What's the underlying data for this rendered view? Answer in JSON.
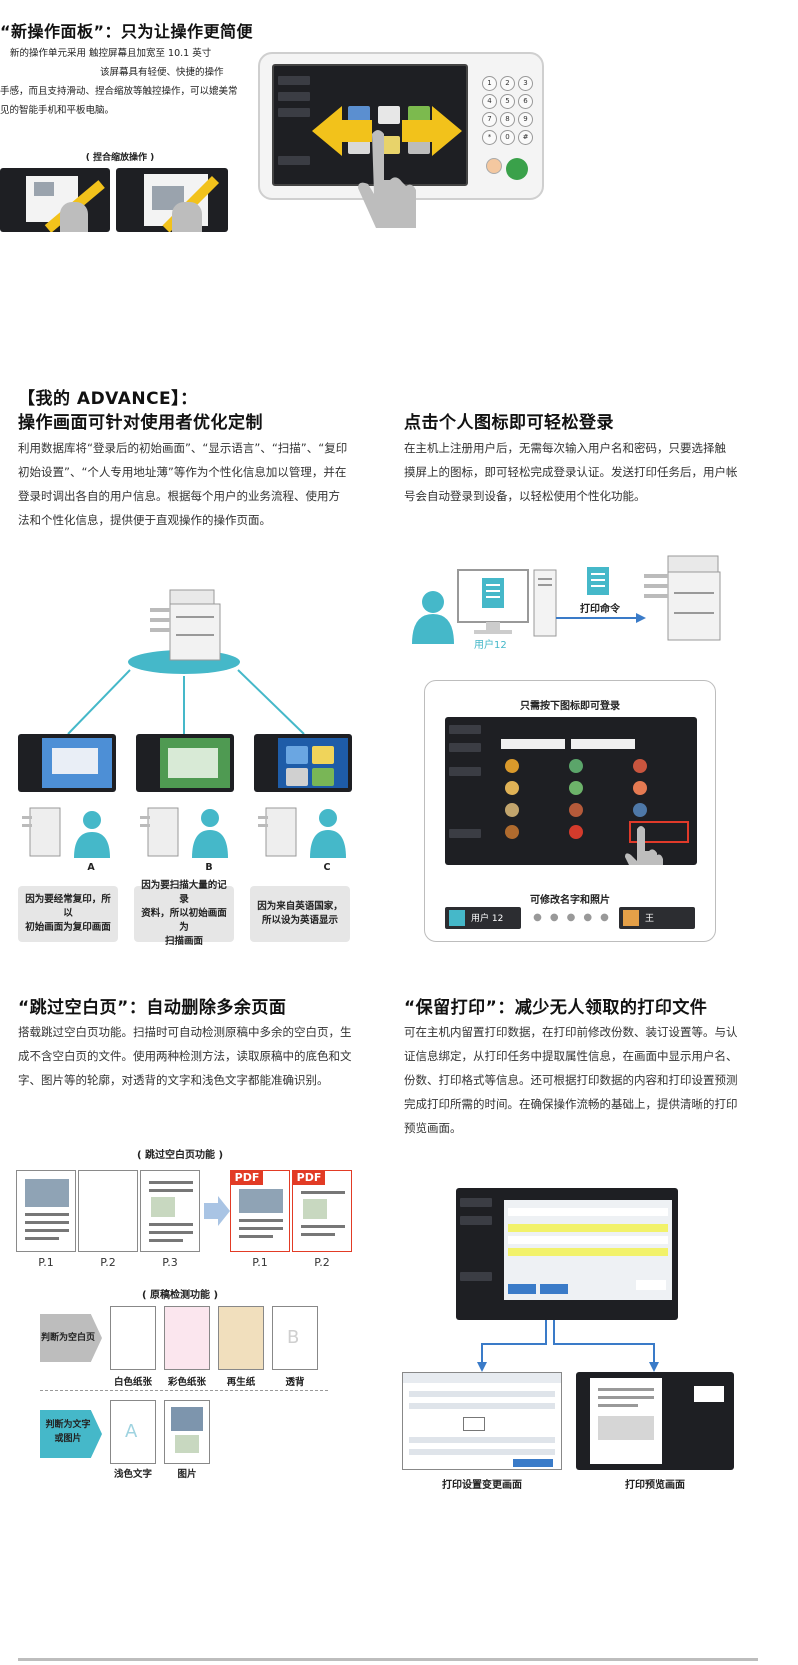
{
  "section1": {
    "title": "“新操作面板”：只为让操作更简便",
    "body_lines": [
      "新的操作单元采用 触控屏幕且加宽至 10.1 英寸",
      "该屏幕具有轻便、快捷的操作",
      "手感，而且支持滑动、捏合缩放等触控操作，可以媲美常",
      "见的智能手机和平板电脑。"
    ],
    "pinch_caption": "( 捏合缩放操作 )"
  },
  "section2": {
    "title_line1": "【我的 ADVANCE】：",
    "title_line2": "操作画面可针对使用者优化定制",
    "body_lines": [
      "利用数据库将“登录后的初始画面”、“显示语言”、“扫描”、“复印",
      "初始设置”、“个人专用地址薄”等作为个性化信息加以管理，并在",
      "登录时调出各自的用户信息。根据每个用户的业务流程、使用方",
      "法和个性化信息，提供便于直观操作的操作页面。"
    ],
    "users": [
      {
        "label": "A",
        "bubble_lines": [
          "因为要经常复印，所以",
          "初始画面为复印画面"
        ]
      },
      {
        "label": "B",
        "bubble_lines": [
          "因为要扫描大量的记录",
          "资料，所以初始画面为",
          "扫描画面"
        ]
      },
      {
        "label": "C",
        "bubble_lines": [
          "因为来自英语国家，",
          "所以设为英语显示"
        ]
      }
    ]
  },
  "section3": {
    "title": "点击个人图标即可轻松登录",
    "body_lines": [
      "在主机上注册用户后，无需每次输入用户名和密码，只要选择触",
      "摸屏上的图标，即可轻松完成登录认证。发送打印任务后，用户帐",
      "号会自动登录到设备，以轻松使用个性化功能。"
    ],
    "user_label": "用户12",
    "print_command": "打印命令",
    "panel_title": "只需按下图标即可登录",
    "rename_caption": "可修改名字和照片",
    "badge_left": "用户 12",
    "badge_right": "王"
  },
  "section4": {
    "title": "“跳过空白页”：自动删除多余页面",
    "body_lines": [
      "搭载跳过空白页功能。扫描时可自动检测原稿中多余的空白页，生",
      "成不含空白页的文件。使用两种检测方法，读取原稿中的底色和文",
      "字、图片等的轮廓，对透背的文字和浅色文字都能准确识别。"
    ],
    "skip_caption": "( 跳过空白页功能 )",
    "pages_in": [
      "P.1",
      "P.2",
      "P.3"
    ],
    "pages_out": [
      "P.1",
      "P.2"
    ],
    "pdf_label": "PDF",
    "detect_caption": "( 原稿检测功能 )",
    "judge_blank": "判断为空白页",
    "judge_text": [
      "判断为文字",
      "或图片"
    ],
    "paper_types": [
      "白色纸张",
      "彩色纸张",
      "再生纸",
      "透背"
    ],
    "content_types": [
      "浅色文字",
      "图片"
    ],
    "letter_a": "A",
    "letter_b": "B"
  },
  "section5": {
    "title": "“保留打印”：减少无人领取的打印文件",
    "body_lines": [
      "可在主机内留置打印数据，在打印前修改份数、装订设置等。与认",
      "证信息绑定，从打印任务中提取属性信息，在画面中显示用户名、",
      "份数、打印格式等信息。还可根据打印数据的内容和打印设置预测",
      "完成打印所需的时间。在确保操作流畅的基础上，提供清晰的打印",
      "预览画面。"
    ],
    "caption_settings": "打印设置变更画面",
    "caption_preview": "打印预览画面"
  },
  "colors": {
    "accent_yellow": "#f2c21b",
    "teal": "#45b8c9",
    "pdf_red": "#e23b25",
    "arrow_blue": "#3a7bc8"
  }
}
